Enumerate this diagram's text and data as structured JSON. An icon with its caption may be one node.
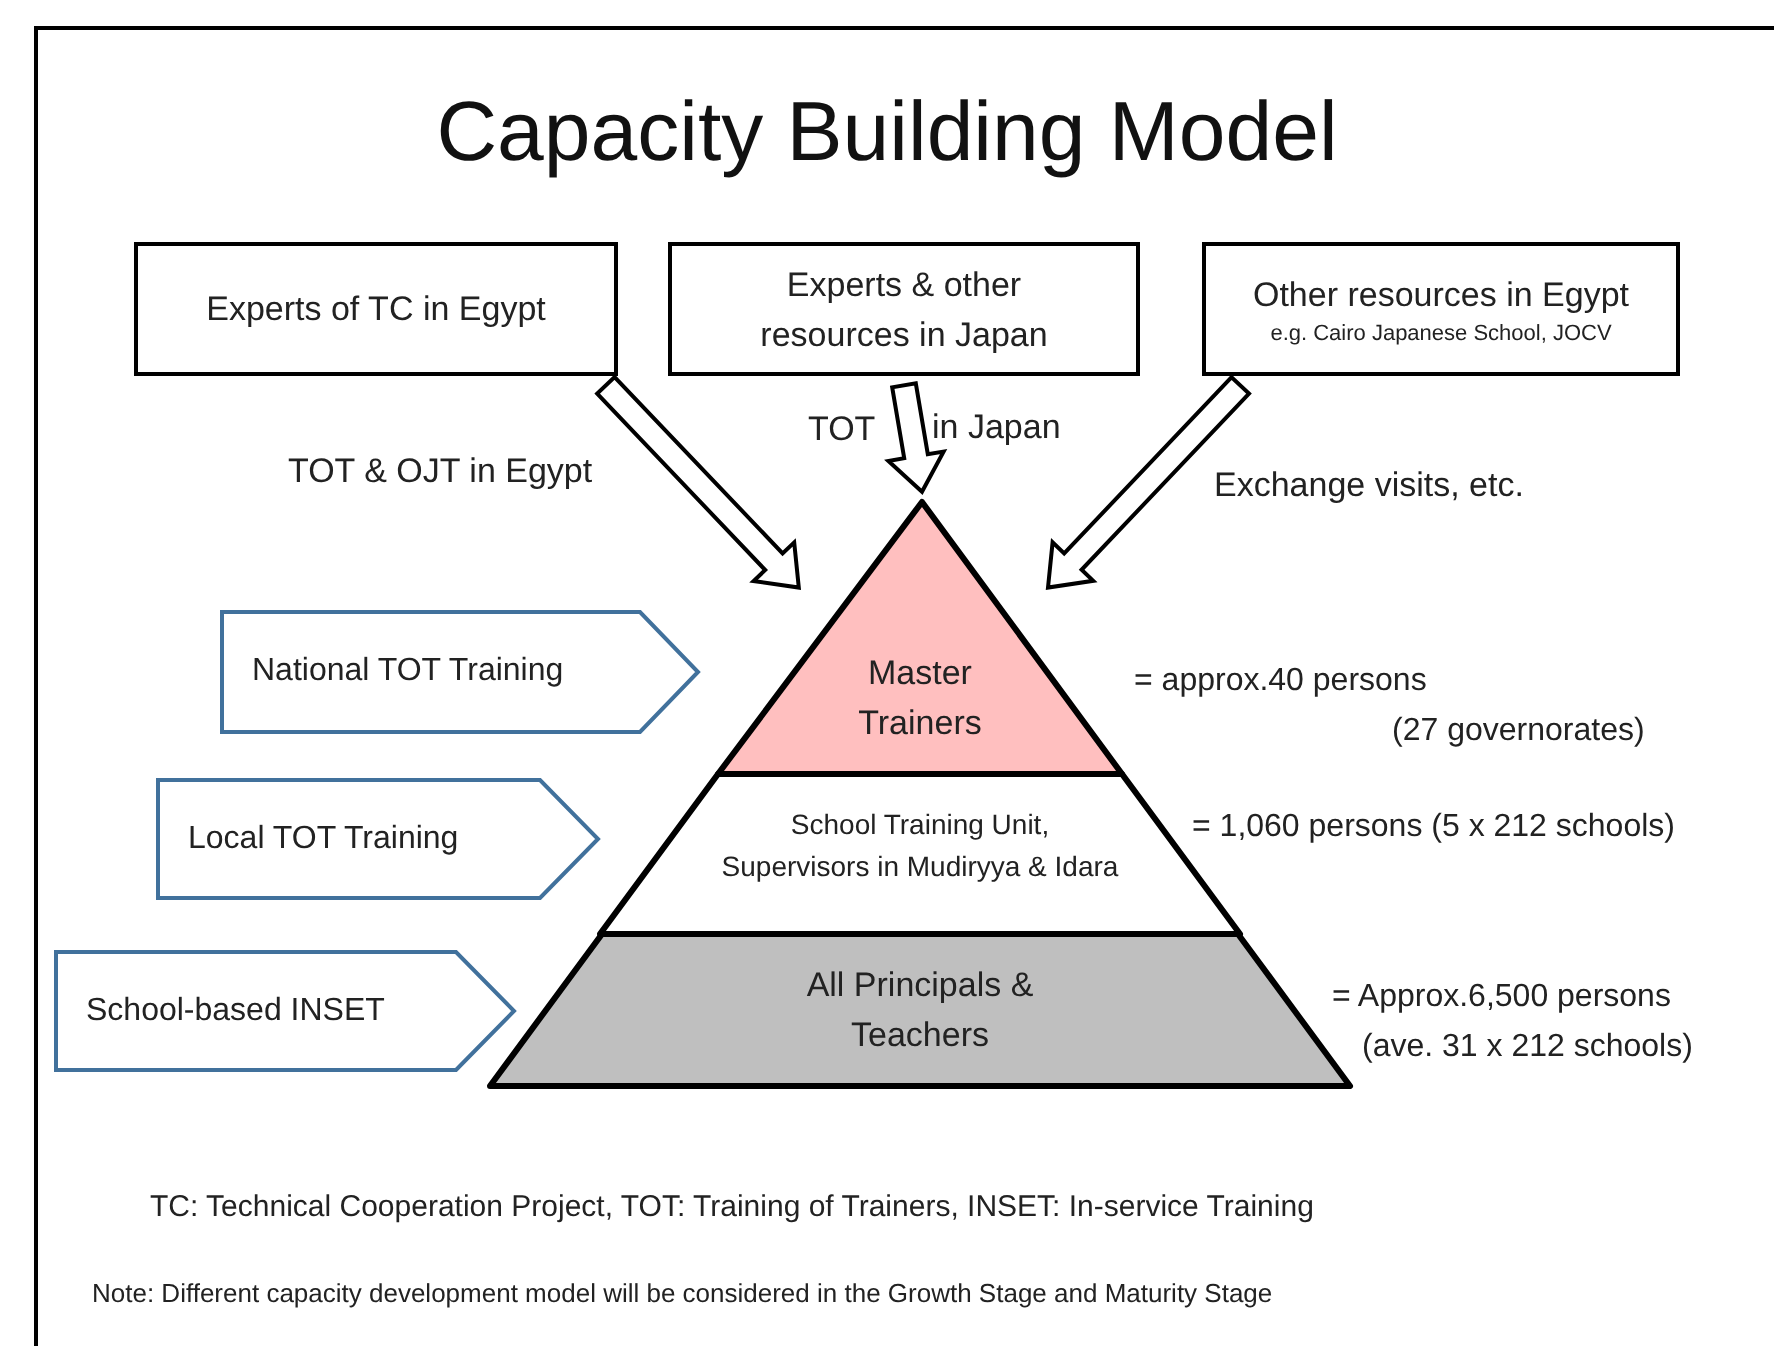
{
  "diagram": {
    "title": "Capacity Building Model",
    "nodes": [
      {
        "text": [
          "Experts of TC in Egypt"
        ]
      },
      {
        "text": [
          "Experts & other resources in Japan"
        ]
      },
      {
        "text": [
          "Other resources in Egypt",
          "e.g. Cairo Japanese School, JOCV"
        ]
      },
      {
        "text": [
          "Master Trainers"
        ],
        "beside": [
          "= approx.40 persons",
          "(27 governorates)"
        ]
      },
      {
        "text": [
          "School Training Unit, Supervisors in Mudiryya & Idara"
        ],
        "beside": [
          "= 1,060 persons (5 x 212 schools)"
        ]
      },
      {
        "text": [
          "All Principals & Teachers"
        ],
        "beside": [
          "= Approx.6,500 persons",
          "(ave. 31 x 212 schools)"
        ]
      },
      {
        "text": [
          "National TOT Training"
        ]
      },
      {
        "text": [
          "Local TOT Training"
        ]
      },
      {
        "text": [
          "School-based INSET"
        ]
      }
    ],
    "edges": [
      {
        "from": 0,
        "to": 3,
        "arrow": "to",
        "label": "TOT & OJT in Egypt"
      },
      {
        "from": 1,
        "to": 3,
        "arrow": "to",
        "label": "TOT"
      },
      {
        "from": 2,
        "to": 3,
        "arrow": "to",
        "label": "Exchange visits, etc."
      }
    ],
    "labels": [
      "in Japan",
      "TC: Technical Cooperation Project, TOT: Training of Trainers, INSET: In-service Training",
      "Note: Different capacity development model will be considered in the Growth Stage and Maturity Stage"
    ]
  }
}
